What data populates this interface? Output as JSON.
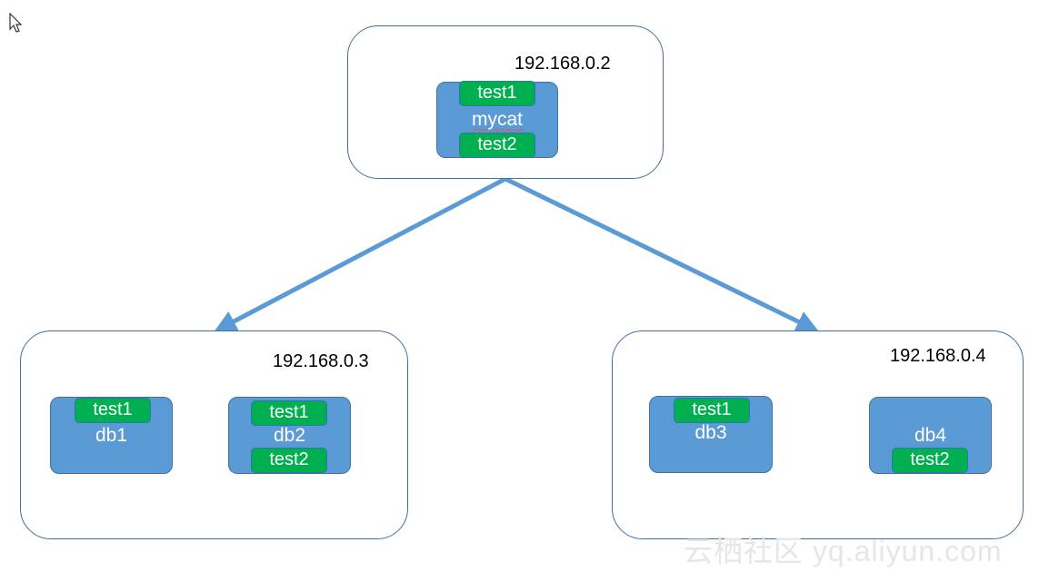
{
  "servers": [
    {
      "ip": "192.168.0.2",
      "node": {
        "name": "mycat",
        "tables": [
          "test1",
          "test2"
        ]
      }
    },
    {
      "ip": "192.168.0.3",
      "nodes": [
        {
          "name": "db1",
          "tables": [
            "test1"
          ]
        },
        {
          "name": "db2",
          "tables": [
            "test1",
            "test2"
          ]
        }
      ]
    },
    {
      "ip": "192.168.0.4",
      "nodes": [
        {
          "name": "db3",
          "tables": [
            "test1"
          ]
        },
        {
          "name": "db4",
          "tables": [
            "test2"
          ]
        }
      ]
    }
  ],
  "watermark": "云栖社区 yq.aliyun.com",
  "colors": {
    "host_border": "#41709c",
    "db_fill": "#5b9bd5",
    "table_fill": "#00b050",
    "arrow": "#5b9bd5"
  },
  "icons": {
    "cursor": "mouse-pointer-icon"
  }
}
